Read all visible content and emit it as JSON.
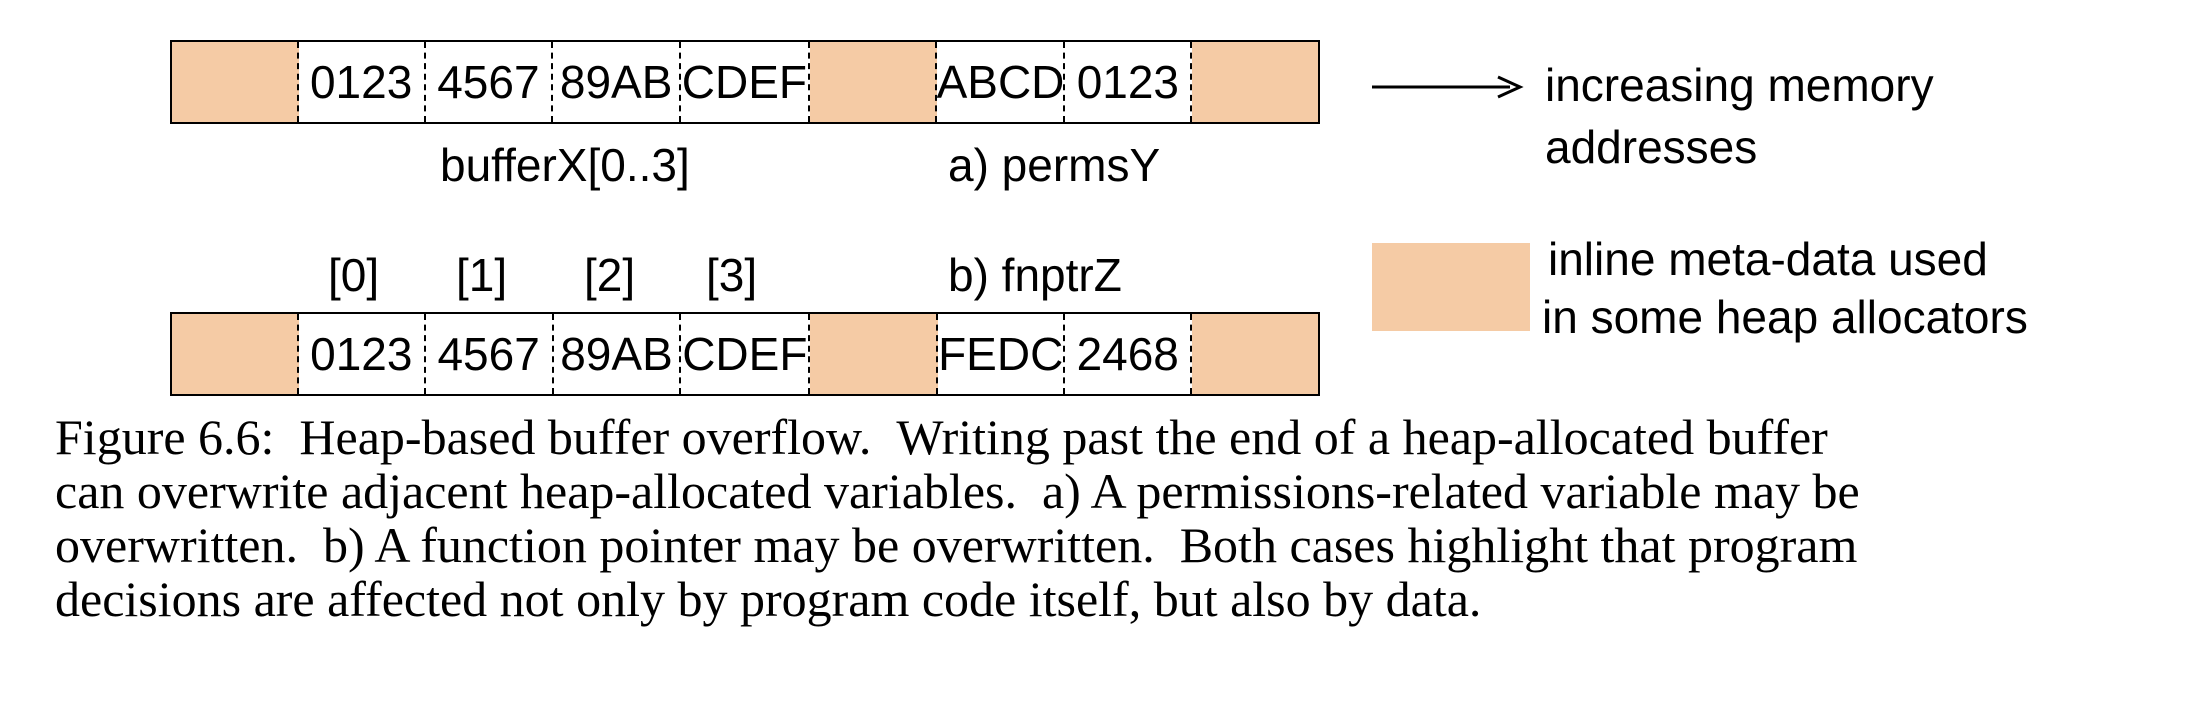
{
  "diagram": {
    "row_a": {
      "cells": [
        "",
        "0123",
        "4567",
        "89AB",
        "CDEF",
        "",
        "ABCD",
        "0123",
        ""
      ]
    },
    "row_b": {
      "cells": [
        "",
        "0123",
        "4567",
        "89AB",
        "CDEF",
        "",
        "FEDC",
        "2468",
        ""
      ]
    },
    "buffer_label": "bufferX[0..3]",
    "perms_label": "a) permsY",
    "fnptr_label": "b) fnptrZ",
    "index_labels": [
      "[0]",
      "[1]",
      "[2]",
      "[3]"
    ],
    "legend": {
      "arrow_line1": "increasing memory",
      "arrow_line2": "addresses",
      "meta_line1": "inline meta-data used",
      "meta_line2": "in some heap allocators",
      "meta_color": "#f5cba5"
    }
  },
  "caption": {
    "line1": "Figure 6.6:  Heap-based buffer overflow.  Writing past the end of a heap-allocated buffer",
    "line2": "can overwrite adjacent heap-allocated variables.  a) A permissions-related variable may be",
    "line3": "overwritten.  b) A function pointer may be overwritten.  Both cases highlight that program",
    "line4": "decisions are affected not only by program code itself, but also by data."
  }
}
